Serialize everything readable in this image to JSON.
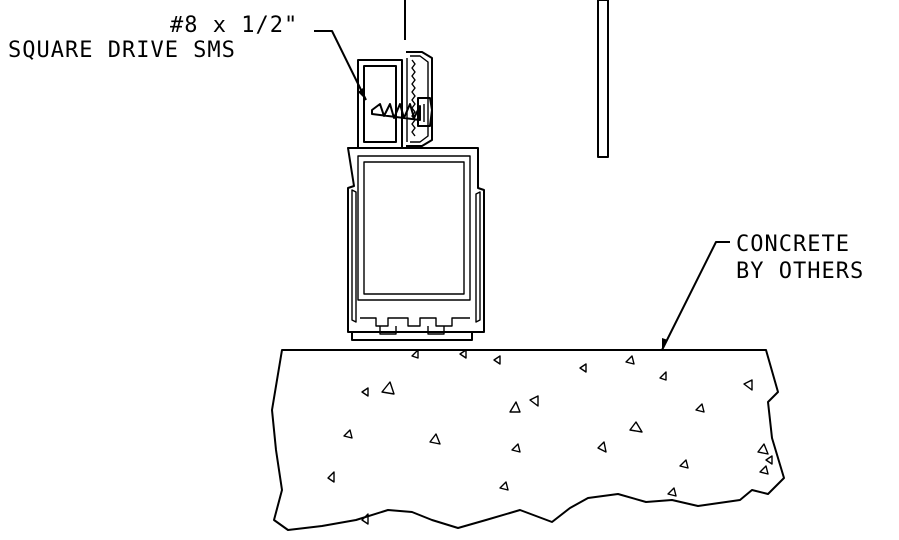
{
  "labels": {
    "screw_line1": "#8 x 1/2\"",
    "screw_line2": "SQUARE DRIVE SMS",
    "concrete_line1": "CONCRETE",
    "concrete_line2": "BY OTHERS"
  },
  "colors": {
    "line": "#000000",
    "background": "#ffffff"
  }
}
